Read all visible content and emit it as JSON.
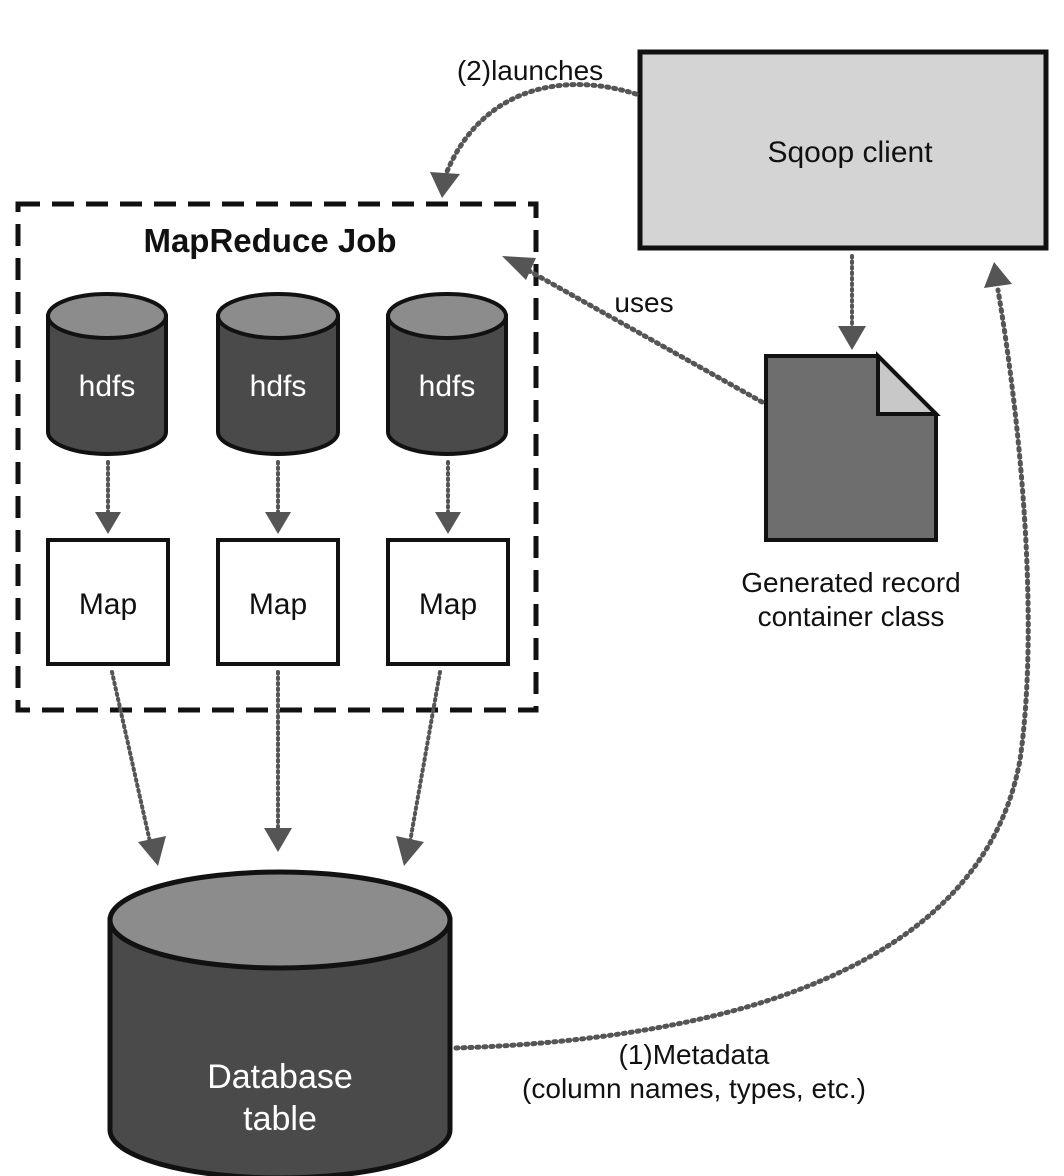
{
  "diagram": {
    "job_title": "MapReduce Job",
    "sqoop_client": "Sqoop client",
    "hdfs_nodes": [
      "hdfs",
      "hdfs",
      "hdfs"
    ],
    "map_nodes": [
      "Map",
      "Map",
      "Map"
    ],
    "generated_class": {
      "line1": "Generated record",
      "line2": "container class"
    },
    "database": {
      "line1": "Database",
      "line2": "table"
    },
    "edges": {
      "launches": "(2)launches",
      "uses": "uses",
      "metadata_line1": "(1)Metadata",
      "metadata_line2": "(column names, types, etc.)"
    },
    "colors": {
      "cylinder_top": "#8c8c8c",
      "cylinder_body": "#4a4a4a",
      "sqoop_fill": "#d4d4d4",
      "document_fill": "#6e6e6e",
      "document_fold": "#c8c8c8",
      "arrow": "#555555"
    }
  }
}
